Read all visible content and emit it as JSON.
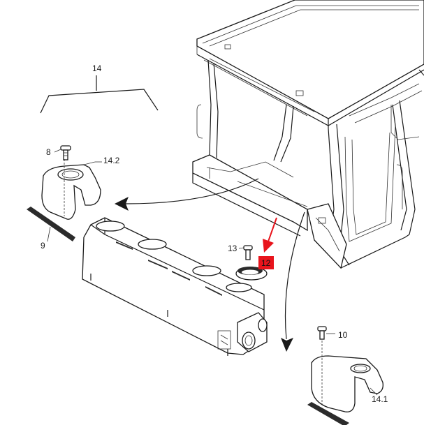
{
  "callouts": {
    "c14": "14",
    "c14_2": "14.2",
    "c8": "8",
    "c9": "9",
    "c13": "13",
    "c12": "12",
    "c10": "10",
    "c14_1": "14.1"
  },
  "colors": {
    "line": "#1a1a1a",
    "highlight": "#e8141c",
    "arrow": "#1a1a1a"
  },
  "icons": {
    "highlight_arrow": "red-arrow"
  }
}
